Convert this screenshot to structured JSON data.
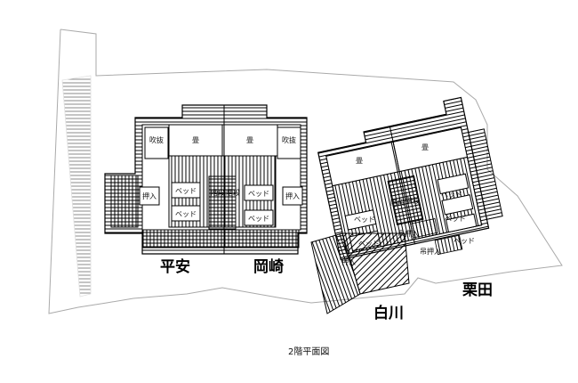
{
  "wings": {
    "heian": "平安",
    "okazaki": "岡崎",
    "shirakawa": "白川",
    "awata": "栗田"
  },
  "rooms": {
    "fukinuke": "吹抜",
    "tatami": "畳",
    "oshiire": "押入",
    "bed": "ベッド",
    "kaidan": "階段",
    "tsuri_oshiire": "吊押入"
  },
  "caption": "2階平面図"
}
